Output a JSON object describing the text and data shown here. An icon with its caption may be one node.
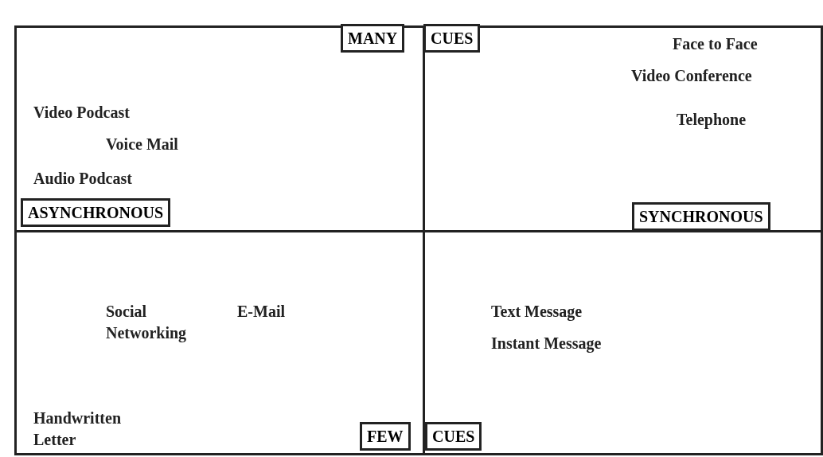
{
  "diagram": {
    "nodes": [
      {
        "text": [
          "MANY"
        ]
      },
      {
        "text": [
          "CUES"
        ]
      },
      {
        "text": [
          "ASYNCHRONOUS"
        ]
      },
      {
        "text": [
          "SYNCHRONOUS"
        ]
      },
      {
        "text": [
          "FEW"
        ]
      },
      {
        "text": [
          "CUES"
        ]
      }
    ],
    "labels": [
      "Face to Face",
      "Video Conference",
      "Video Podcast",
      "Telephone",
      "Voice Mail",
      "Audio Podcast",
      "Social Networking",
      "E-Mail",
      "Text Message",
      "Instant Message",
      "Handwritten Letter"
    ]
  }
}
